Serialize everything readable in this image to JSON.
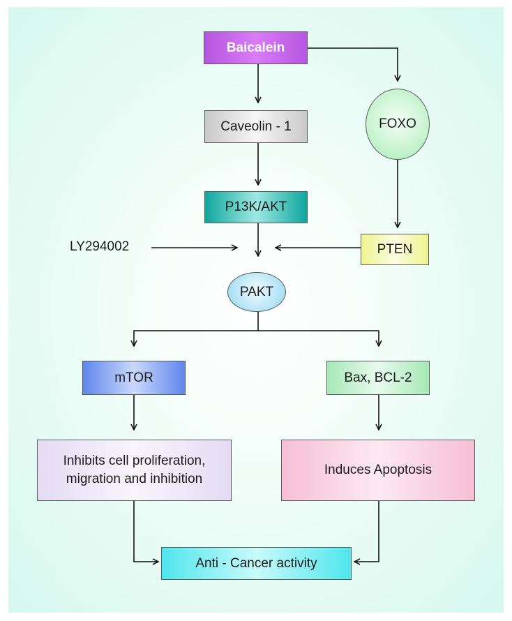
{
  "nodes": {
    "baicalein": "Baicalein",
    "caveolin": "Caveolin - 1",
    "foxo": "FOXO",
    "pi3k_akt": "P13K/AKT",
    "ly294002": "LY294002",
    "pten": "PTEN",
    "pakt": "PAKT",
    "mtor": "mTOR",
    "bax_bcl2": "Bax, BCL-2",
    "inhibits": [
      "Inhibits cell proliferation,",
      "migration and inhibition"
    ],
    "induces": "Induces Apoptosis",
    "anticancer": "Anti - Cancer activity"
  },
  "colors": {
    "baicalein": "#cc66ee",
    "caveolin": "#d9d9d9",
    "foxo": "#b6f0c0",
    "pi3k_akt": "#1ab7ac",
    "pten": "#f3f7a6",
    "pakt": "#a8e2f2",
    "mtor": "#6f93f0",
    "bax_bcl2": "#b6f0c6",
    "inhibits": "#ece4f8",
    "induces": "#f8cbdc",
    "anticancer": "#5eeaf0",
    "arrow": "#111111"
  }
}
